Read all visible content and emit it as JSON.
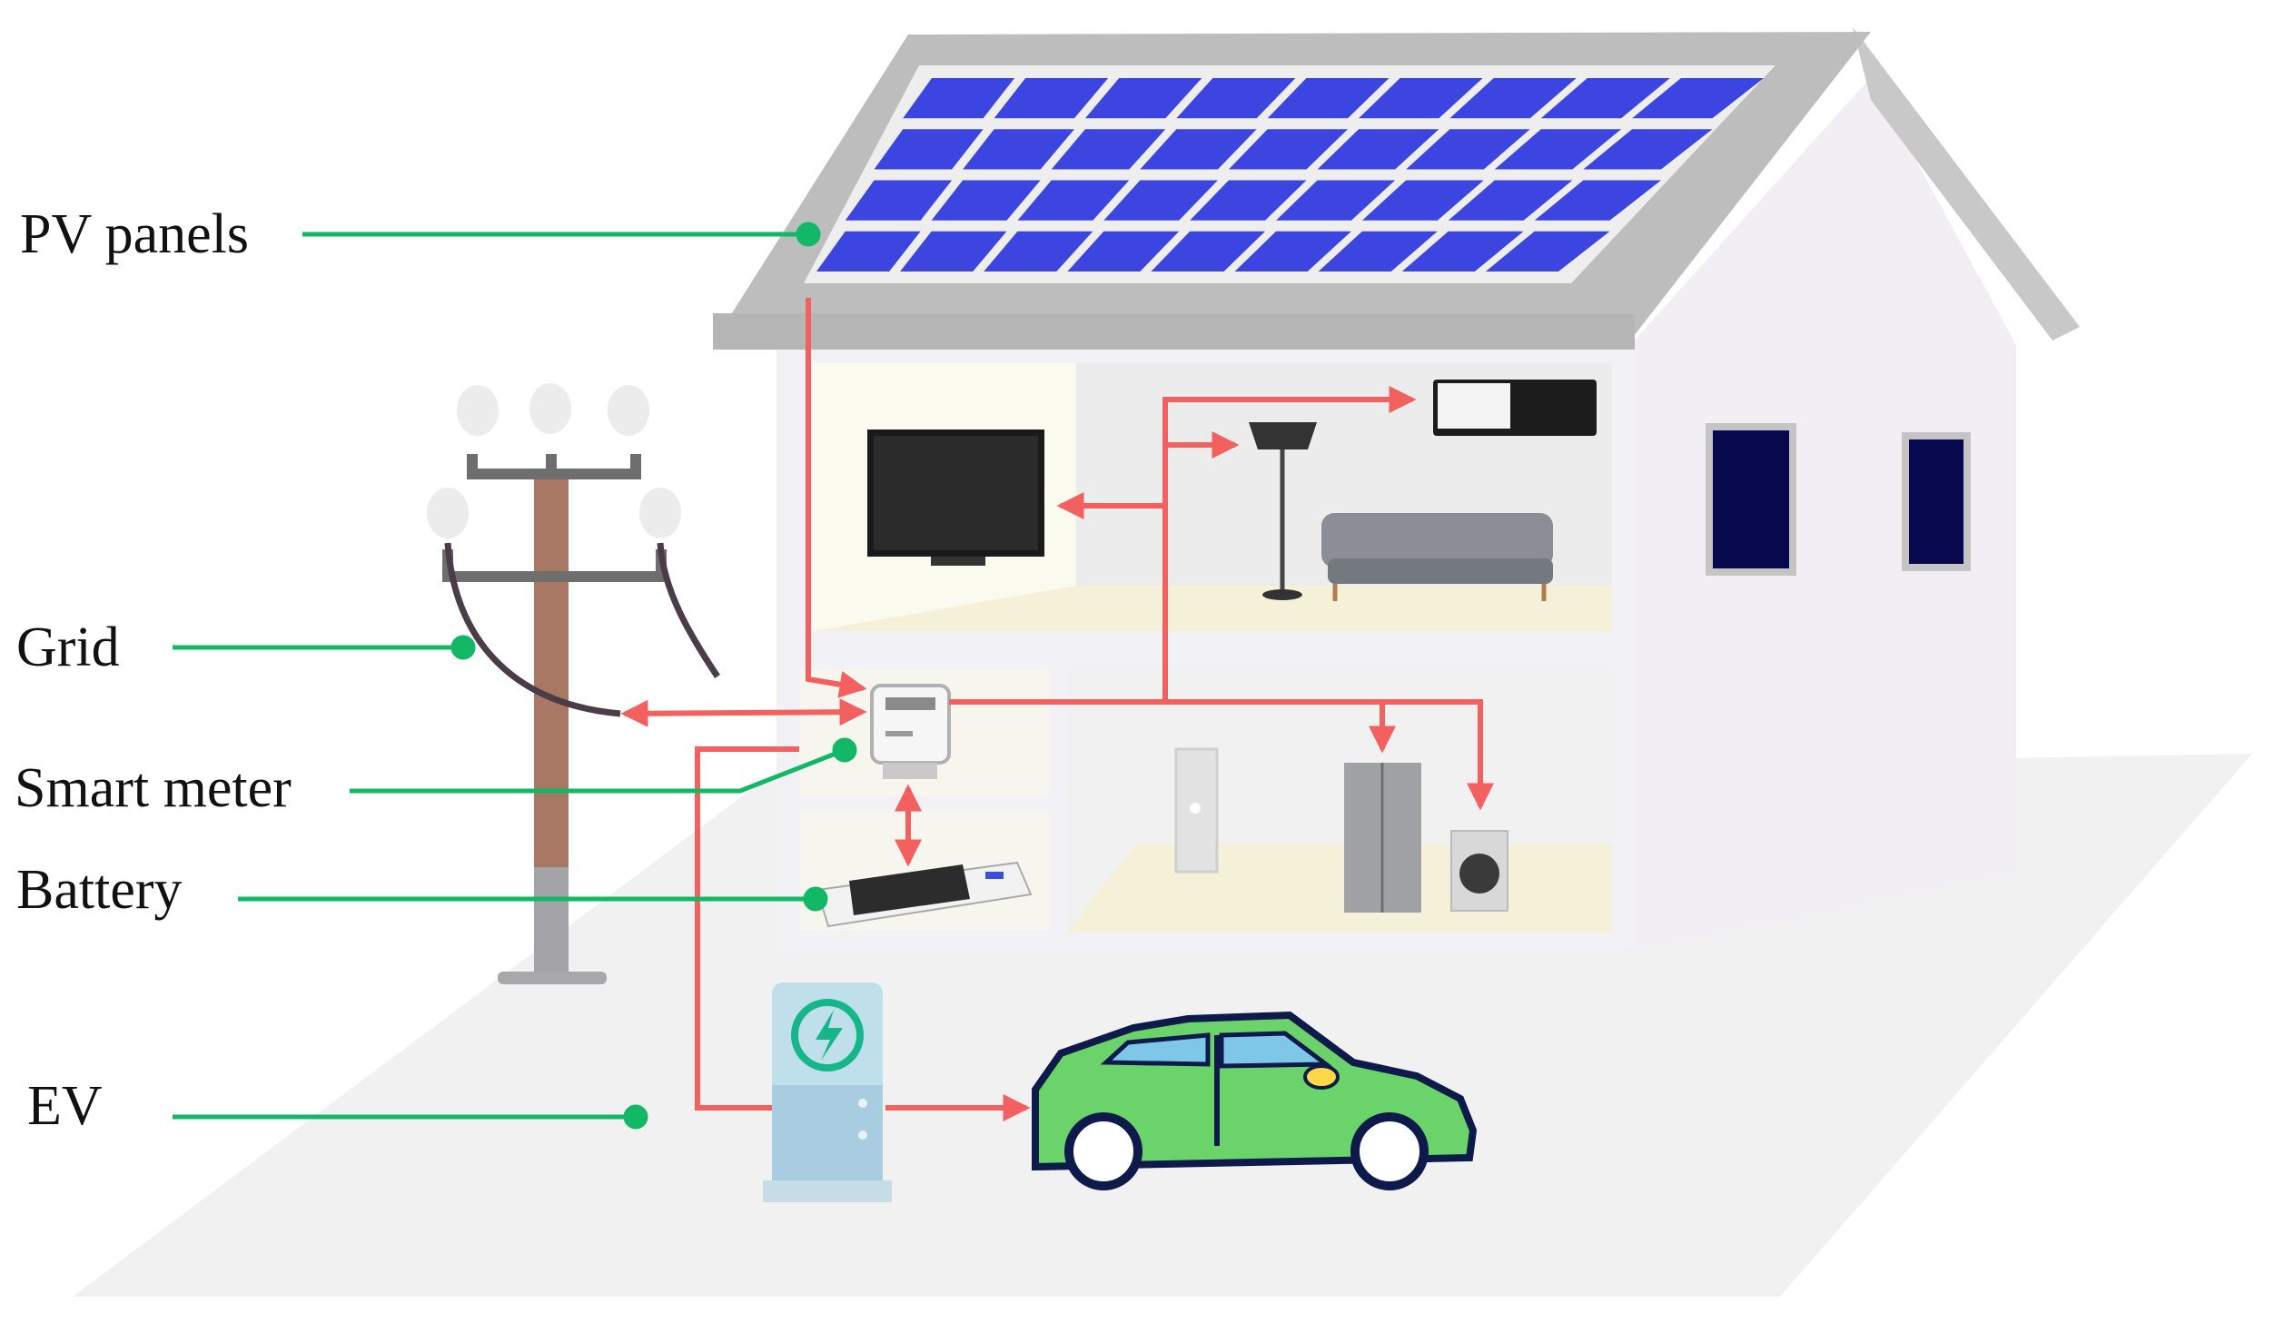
{
  "labels": {
    "pv": "PV panels",
    "grid": "Grid",
    "meter": "Smart meter",
    "battery": "Battery",
    "ev": "EV"
  },
  "colors": {
    "callout": "#12b865",
    "flow_arrow": "#f26060",
    "panel": "#3d45e0",
    "roof": "#bdbdbd",
    "wall": "#f2f2f6",
    "car": "#6ad46a",
    "charger": "#b9d8e6",
    "pole": "#a87864"
  },
  "icons": [
    "solar-panel-icon",
    "utility-pole-icon",
    "smart-meter-icon",
    "battery-icon",
    "ev-charger-icon",
    "car-icon",
    "tv-icon",
    "air-conditioner-icon",
    "floor-lamp-icon",
    "sofa-icon",
    "refrigerator-icon",
    "washing-machine-icon",
    "door-icon"
  ]
}
